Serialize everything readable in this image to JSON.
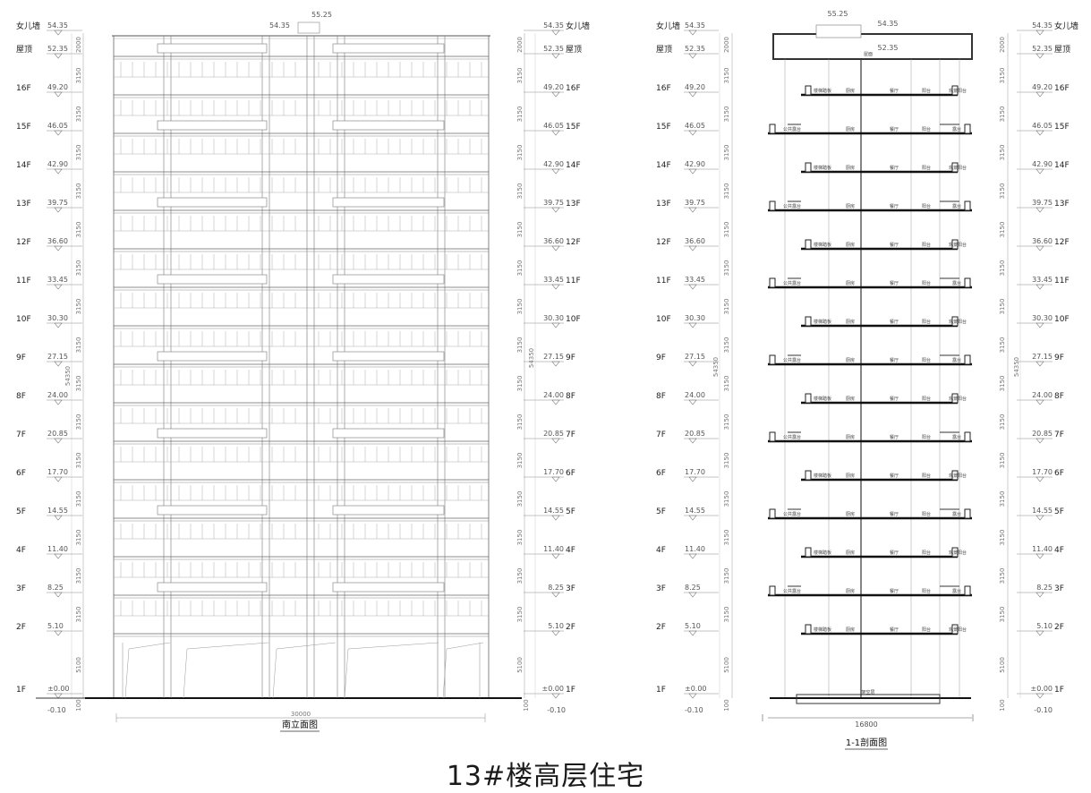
{
  "title": "13#楼高层住宅",
  "elevation": {
    "caption": "南立面图",
    "overall_width": "30000",
    "total_height": "54350"
  },
  "section": {
    "caption": "1-1剖面图",
    "overall_width": "16800",
    "total_height": "54350",
    "top_mark": "55.25",
    "roof_label": "屋面",
    "ground_label": "架空层",
    "room_labels": {
      "odd": [
        "楼梯踏板",
        "厨房",
        "餐厅",
        "阳台",
        "观景阳台"
      ],
      "even": [
        "公共露台",
        "厨房",
        "餐厅",
        "阳台",
        "露台"
      ]
    }
  },
  "levels": [
    {
      "floor": "女儿墙",
      "elev": "54.35",
      "dim": ""
    },
    {
      "floor": "屋顶",
      "elev": "52.35",
      "dim": "2000"
    },
    {
      "floor": "16F",
      "elev": "49.20",
      "dim": "3150"
    },
    {
      "floor": "15F",
      "elev": "46.05",
      "dim": "3150"
    },
    {
      "floor": "14F",
      "elev": "42.90",
      "dim": "3150"
    },
    {
      "floor": "13F",
      "elev": "39.75",
      "dim": "3150"
    },
    {
      "floor": "12F",
      "elev": "36.60",
      "dim": "3150"
    },
    {
      "floor": "11F",
      "elev": "33.45",
      "dim": "3150"
    },
    {
      "floor": "10F",
      "elev": "30.30",
      "dim": "3150"
    },
    {
      "floor": "9F",
      "elev": "27.15",
      "dim": "3150"
    },
    {
      "floor": "8F",
      "elev": "24.00",
      "dim": "3150"
    },
    {
      "floor": "7F",
      "elev": "20.85",
      "dim": "3150"
    },
    {
      "floor": "6F",
      "elev": "17.70",
      "dim": "3150"
    },
    {
      "floor": "5F",
      "elev": "14.55",
      "dim": "3150"
    },
    {
      "floor": "4F",
      "elev": "11.40",
      "dim": "3150"
    },
    {
      "floor": "3F",
      "elev": "8.25",
      "dim": "3150"
    },
    {
      "floor": "2F",
      "elev": "5.10",
      "dim": "3150"
    },
    {
      "floor": "1F",
      "elev": "±0.00",
      "dim": "5100"
    }
  ],
  "ground_mark": "-0.10",
  "ground_dim": "100"
}
